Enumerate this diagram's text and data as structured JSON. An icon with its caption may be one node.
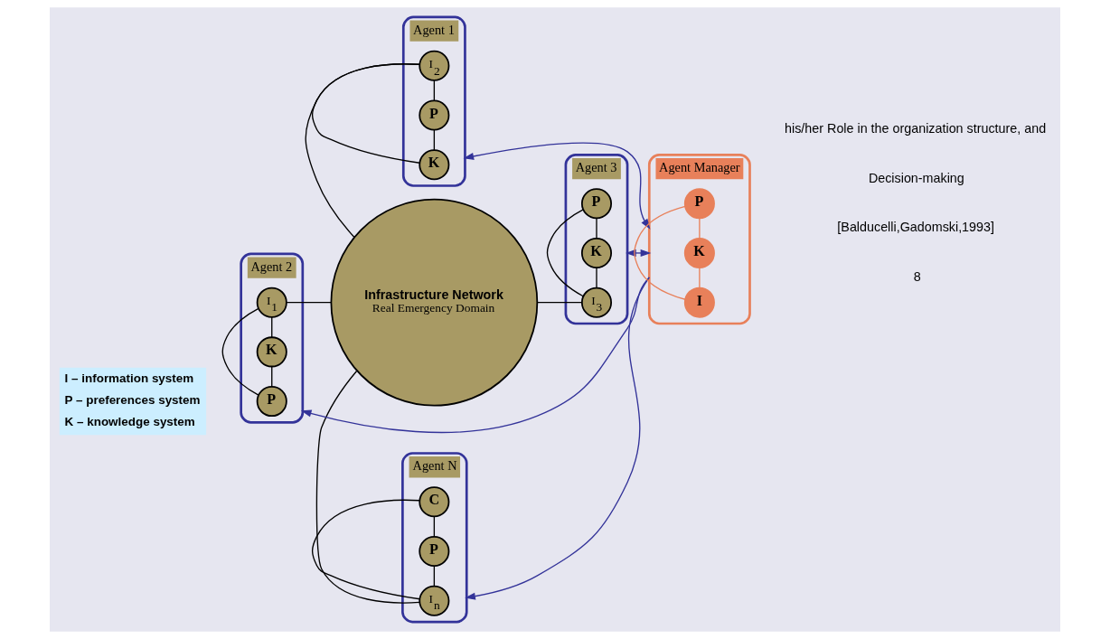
{
  "diagram": {
    "nodes": [
      {
        "text": [
          "Agent 1"
        ]
      },
      {
        "text": [
          "K"
        ],
        "in": 0
      },
      {
        "text": [
          "P"
        ],
        "in": 0
      },
      {
        "text": [
          "I$_{2}$"
        ],
        "in": 0
      },
      {
        "text": [
          "Agent 2"
        ]
      },
      {
        "text": [
          "P"
        ],
        "in": 4
      },
      {
        "text": [
          "I$_{1}$"
        ],
        "in": 4
      },
      {
        "text": [
          "K"
        ],
        "in": 4
      },
      {
        "text": [
          "Infrastructure Network",
          "Real Emergency Domain"
        ]
      },
      {
        "text": [
          "Agent 3"
        ]
      },
      {
        "text": [
          "K"
        ],
        "in": 9
      },
      {
        "text": [
          "I$_{3}$"
        ],
        "in": 9
      },
      {
        "text": [
          "P"
        ],
        "in": 9
      },
      {
        "text": [
          "Agent N"
        ]
      },
      {
        "text": [
          "I$_{n}$"
        ],
        "in": 13
      },
      {
        "text": [
          "P"
        ],
        "in": 13
      },
      {
        "text": [
          "C"
        ],
        "in": 13
      },
      {
        "text": [
          "Agent Manager"
        ]
      },
      {
        "text": [
          "K"
        ],
        "in": 17
      },
      {
        "text": [
          "I"
        ],
        "in": 17
      },
      {
        "text": [
          "P"
        ],
        "in": 17
      }
    ],
    "edges": [
      {
        "from": 1,
        "to": 2,
        "arrow": "none"
      },
      {
        "from": 1,
        "to": 3,
        "arrow": "none"
      },
      {
        "from": 2,
        "to": 3,
        "arrow": "none"
      },
      {
        "from": 5,
        "to": 6,
        "arrow": "none"
      },
      {
        "from": 5,
        "to": 7,
        "arrow": "none"
      },
      {
        "from": 7,
        "to": 6,
        "arrow": "none"
      },
      {
        "from": 11,
        "to": 10,
        "arrow": "none"
      },
      {
        "from": 10,
        "to": 12,
        "arrow": "none"
      },
      {
        "from": 11,
        "to": 12,
        "arrow": "none"
      },
      {
        "from": 14,
        "to": 15,
        "arrow": "none"
      },
      {
        "from": 14,
        "to": 16,
        "arrow": "none"
      },
      {
        "from": 15,
        "to": 16,
        "arrow": "none"
      },
      {
        "from": 19,
        "to": 18,
        "arrow": "none",
        "color": "#e8805a"
      },
      {
        "from": 18,
        "to": 20,
        "arrow": "none",
        "color": "#e8805a"
      },
      {
        "from": 19,
        "to": 20,
        "arrow": "none",
        "color": "#e8805a"
      },
      {
        "from": 3,
        "to": 8,
        "arrow": "none"
      },
      {
        "from": 6,
        "to": 8,
        "arrow": "none"
      },
      {
        "from": 8,
        "to": 11,
        "arrow": "none"
      },
      {
        "from": 8,
        "to": 14,
        "arrow": "none"
      },
      {
        "from": 17,
        "to": 0,
        "arrow": "both",
        "color": "#333399"
      },
      {
        "from": 17,
        "to": 4,
        "arrow": "to",
        "color": "#333399"
      },
      {
        "from": 9,
        "to": 17,
        "arrow": "both",
        "color": "#333399"
      },
      {
        "from": 17,
        "to": 13,
        "arrow": "to",
        "color": "#333399"
      }
    ],
    "labels": [
      "his/her Role in the organization structure, and",
      "Decision-making",
      "[Balducelli,Gadomski,1993]",
      "8"
    ],
    "legend": [
      {
        "text": "I – information system"
      },
      {
        "text": "P – preferences system"
      },
      {
        "text": "K – knowledge system"
      }
    ]
  }
}
